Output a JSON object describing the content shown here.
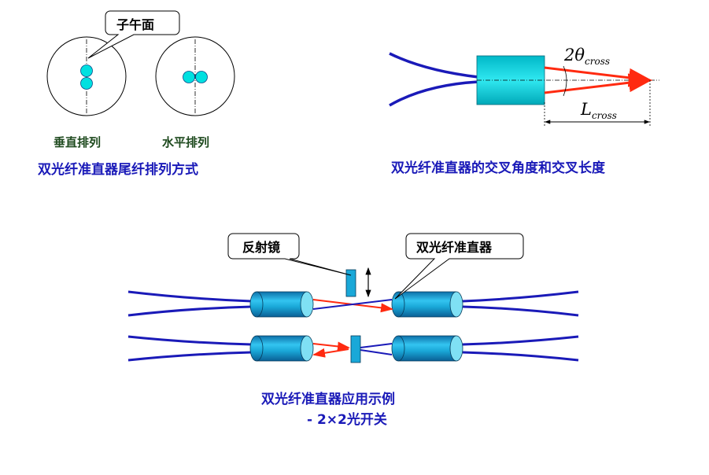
{
  "top_left": {
    "callout_label": "子午面",
    "caption_vertical": "垂直排列",
    "caption_horizontal": "水平排列",
    "title": "双光纤准直器尾纤排列方式"
  },
  "top_right": {
    "angle_symbol": "2θ",
    "angle_subscript": "cross",
    "length_symbol": "L",
    "length_subscript": "cross",
    "title": "双光纤准直器的交叉角度和交叉长度"
  },
  "bottom": {
    "mirror_label": "反射镜",
    "collimator_label": "双光纤准直器",
    "title_line1": "双光纤准直器应用示例",
    "title_line2": "- 2×2光开关"
  },
  "colors": {
    "fiber": "#1a1ab8",
    "beam": "#ff2a10",
    "core": "#00e0e0",
    "cylinder": "#1aa8d8",
    "title_blue": "#1a1ab8"
  }
}
